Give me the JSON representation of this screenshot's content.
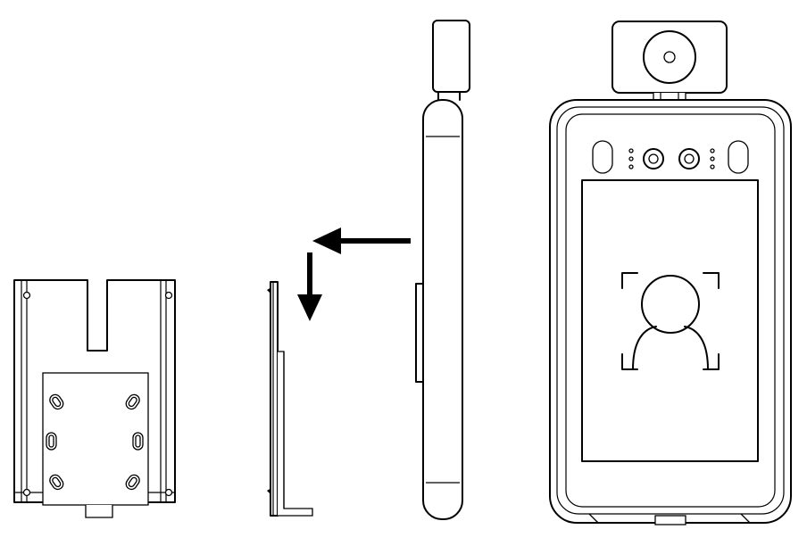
{
  "diagram": {
    "title": "",
    "parts": [
      "wall-mount-bracket-front",
      "wall-mount-bracket-side",
      "terminal-side",
      "terminal-front"
    ],
    "arrows": [
      {
        "name": "arrow-left",
        "direction": "left"
      },
      {
        "name": "arrow-down",
        "direction": "down"
      }
    ],
    "colors": {
      "stroke": "#000000",
      "fill": "#ffffff"
    }
  }
}
